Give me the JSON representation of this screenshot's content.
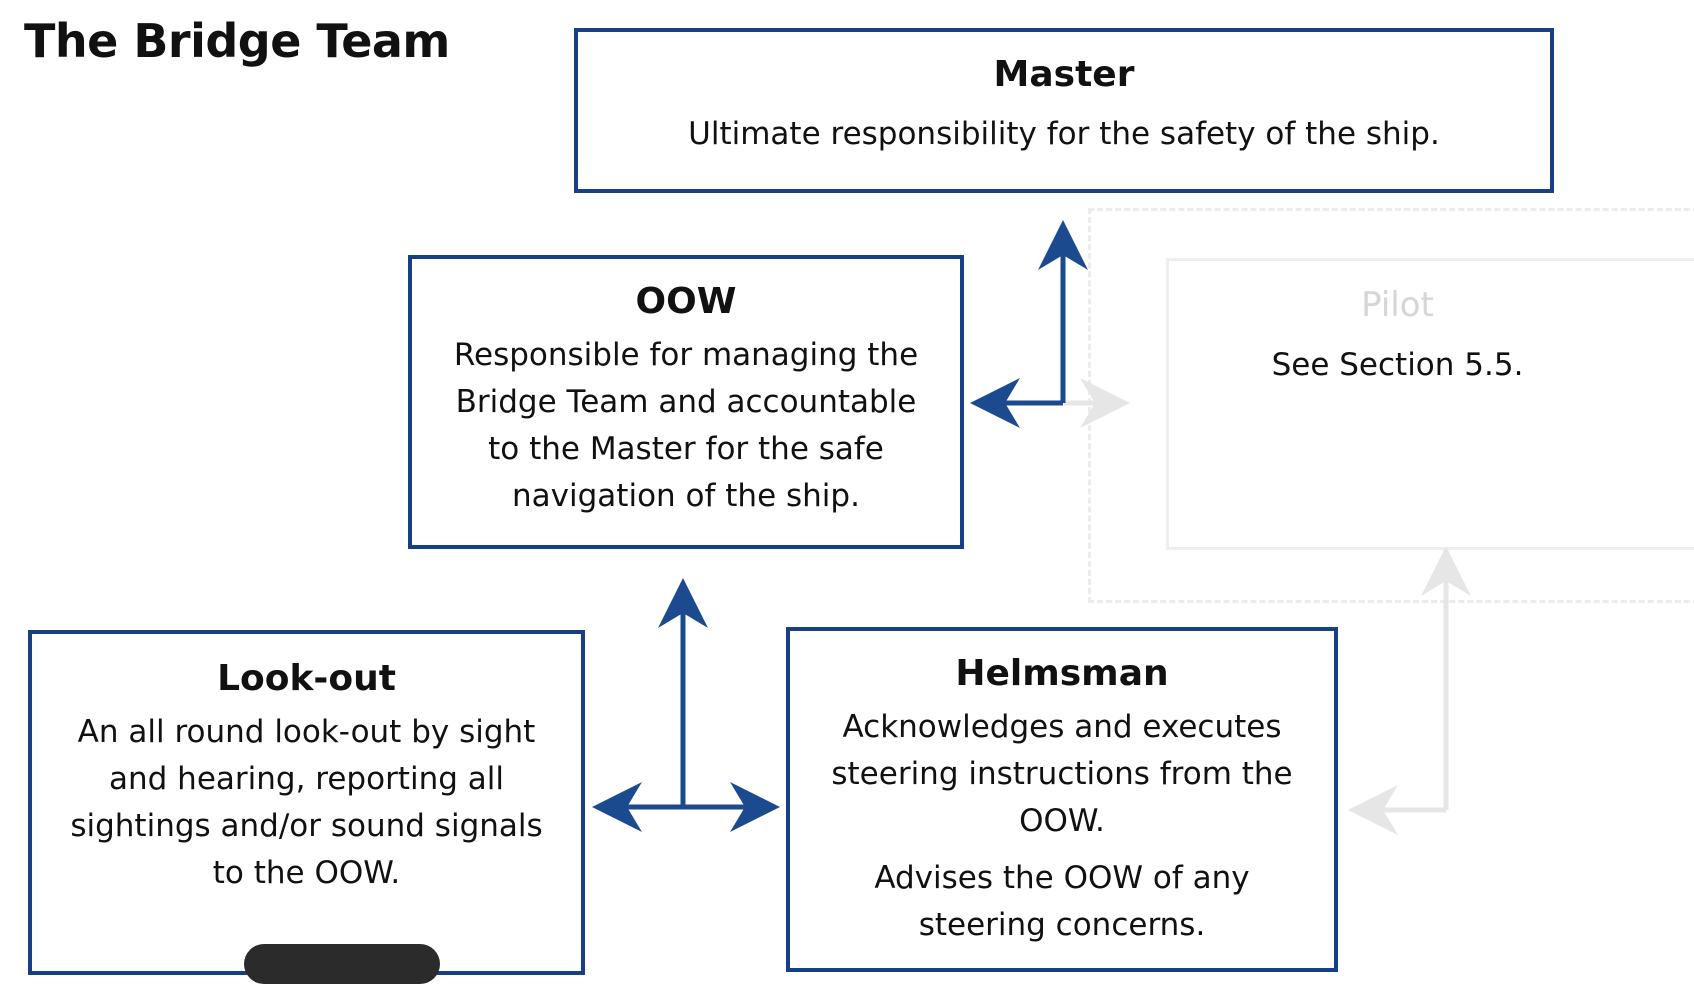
{
  "title": "The Bridge Team",
  "nodes": {
    "master": {
      "heading": "Master",
      "text": "Ultimate responsibility for the safety of the ship."
    },
    "oow": {
      "heading": "OOW",
      "text": "Responsible for managing the Bridge Team and accountable to the Master for the safe navigation of the ship."
    },
    "pilot": {
      "heading": "Pilot",
      "text": "See Section 5.5."
    },
    "lookout": {
      "heading": "Look-out",
      "text": "An all round look-out by sight and hearing, reporting all sightings and/or sound signals to the OOW."
    },
    "helmsman": {
      "heading": "Helmsman",
      "text": "Acknowledges and executes steering instructions from the OOW.",
      "text2": "Advises the OOW of any steering concerns."
    }
  },
  "colors": {
    "box_border": "#163f86",
    "arrow": "#1c4a8f",
    "faded": "#e6e6e6"
  }
}
